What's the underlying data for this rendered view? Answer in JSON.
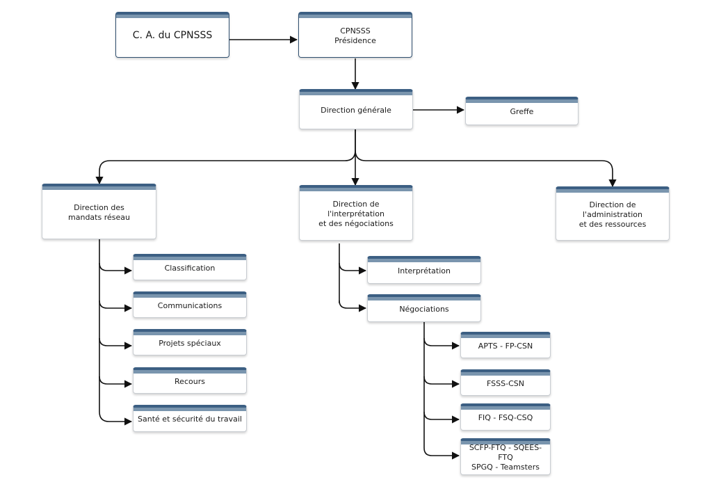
{
  "nodes": {
    "ca": [
      "C. A. du CPNSSS"
    ],
    "cpnsss": [
      "CPNSSS",
      "Présidence"
    ],
    "dg": [
      "Direction générale"
    ],
    "greffe": [
      "Greffe"
    ],
    "dmr": [
      "Direction des",
      "mandats réseau"
    ],
    "din": [
      "Direction de l'interprétation",
      "et des négociations"
    ],
    "dar": [
      "Direction de l'administration",
      "et des ressources"
    ],
    "classification": [
      "Classification"
    ],
    "communications": [
      "Communications"
    ],
    "projets": [
      "Projets spéciaux"
    ],
    "recours": [
      "Recours"
    ],
    "sst": [
      "Santé et sécurité du travail"
    ],
    "interpretation": [
      "Interprétation"
    ],
    "negociations": [
      "Négociations"
    ],
    "apts": [
      "APTS - FP-CSN"
    ],
    "fsss": [
      "FSSS-CSN"
    ],
    "fiq": [
      "FIQ - FSQ-CSQ"
    ],
    "scfp": [
      "SCFP-FTQ - SQEES-FTQ",
      "SPGQ - Teamsters"
    ]
  },
  "edges": [
    [
      "ca",
      "cpnsss"
    ],
    [
      "cpnsss",
      "dg"
    ],
    [
      "dg",
      "greffe"
    ],
    [
      "dg",
      "dmr"
    ],
    [
      "dg",
      "din"
    ],
    [
      "dg",
      "dar"
    ],
    [
      "dmr",
      "classification"
    ],
    [
      "dmr",
      "communications"
    ],
    [
      "dmr",
      "projets"
    ],
    [
      "dmr",
      "recours"
    ],
    [
      "dmr",
      "sst"
    ],
    [
      "din",
      "interpretation"
    ],
    [
      "din",
      "negociations"
    ],
    [
      "negociations",
      "apts"
    ],
    [
      "negociations",
      "fsss"
    ],
    [
      "negociations",
      "fiq"
    ],
    [
      "negociations",
      "scfp"
    ]
  ],
  "colors": {
    "header": "#3c5f83",
    "header_light": "#7a95ae",
    "line": "#111111"
  }
}
